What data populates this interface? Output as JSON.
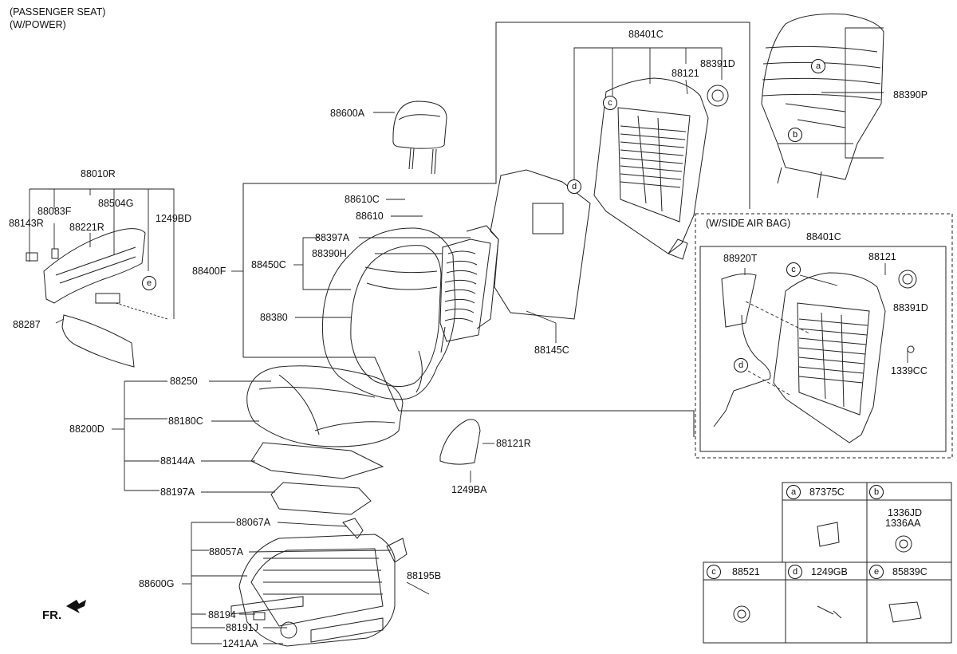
{
  "header": {
    "line1": "(PASSENGER SEAT)",
    "line2": "(W/POWER)"
  },
  "inset_title": "(W/SIDE AIR BAG)",
  "front_marker": "FR.",
  "callouts": {
    "a": "a",
    "b": "b",
    "c": "c",
    "d": "d",
    "e": "e"
  },
  "parts": {
    "p88401C": "88401C",
    "p88121": "88121",
    "p88391D": "88391D",
    "p88390P": "88390P",
    "p88600A": "88600A",
    "p88010R": "88010R",
    "p88083F": "88083F",
    "p88504G": "88504G",
    "p88143R": "88143R",
    "p88221R": "88221R",
    "p1249BD": "1249BD",
    "p88287": "88287",
    "p88610C": "88610C",
    "p88610": "88610",
    "p88397A": "88397A",
    "p88390H": "88390H",
    "p88450C": "88450C",
    "p88400F": "88400F",
    "p88380": "88380",
    "p88145C": "88145C",
    "p88250": "88250",
    "p88180C": "88180C",
    "p88200D": "88200D",
    "p88144A": "88144A",
    "p88197A": "88197A",
    "p88121R": "88121R",
    "p1249BA": "1249BA",
    "p88067A": "88067A",
    "p88057A": "88057A",
    "p88600G": "88600G",
    "p88195B": "88195B",
    "p88194": "88194",
    "p88191J": "88191J",
    "p1241AA": "1241AA",
    "p88920T": "88920T",
    "p1339CC": "1339CC"
  },
  "inset": {
    "p88401C": "88401C",
    "p88121": "88121",
    "p88391D": "88391D"
  },
  "legend": {
    "a_part": "87375C",
    "b_part_1": "1336JD",
    "b_part_2": "1336AA",
    "c_part": "88521",
    "d_part": "1249GB",
    "e_part": "85839C"
  }
}
